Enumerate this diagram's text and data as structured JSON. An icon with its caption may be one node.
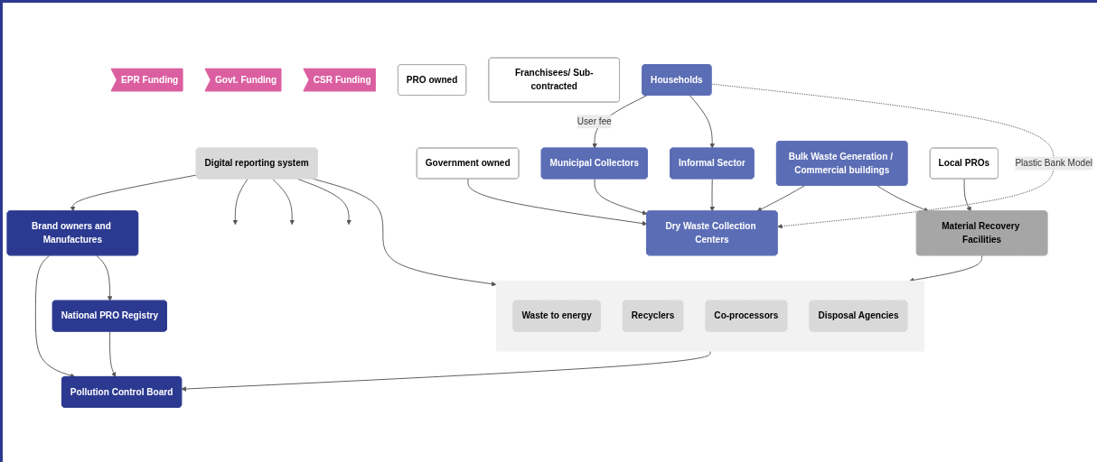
{
  "diagram": {
    "nodes": [
      {
        "text": [
          "Brand owners and Manufactures"
        ]
      },
      {
        "text": [
          "Pollution Control Board"
        ]
      },
      {
        "text": [
          "National PRO Registry"
        ]
      },
      {
        "text": [
          "Local PROs"
        ]
      },
      {
        "text": [
          "Digital reporting system"
        ]
      },
      {
        "text": [
          "Material Recovery Facilities"
        ]
      },
      {
        "text": [
          "PRO owned"
        ]
      },
      {
        "text": [
          "Government owned"
        ]
      },
      {
        "text": [
          "Franchisees/ Sub-contracted"
        ]
      },
      {
        "text": [],
        "shape": "box"
      },
      {
        "text": [
          "Waste to energy"
        ],
        "in": 9
      },
      {
        "text": [
          "Recyclers"
        ],
        "in": 9
      },
      {
        "text": [
          "Co-processors"
        ],
        "in": 9
      },
      {
        "text": [
          "Disposal Agencies"
        ],
        "in": 9
      },
      {
        "text": [
          "Dry Waste Collection Centers"
        ]
      },
      {
        "text": [
          "Municipal Collectors"
        ]
      },
      {
        "text": [
          "Informal Sector"
        ]
      },
      {
        "text": [
          "Households"
        ]
      },
      {
        "text": [
          "Bulk Waste Generation / Commercial buildings"
        ]
      },
      {
        "text": [
          "EPR Funding"
        ]
      },
      {
        "text": [
          "Govt. Funding"
        ]
      },
      {
        "text": [
          "CSR Funding"
        ]
      }
    ],
    "edges": [
      {
        "from": 0,
        "to": 1,
        "arrow": "to"
      },
      {
        "from": 0,
        "to": 2,
        "arrow": "to"
      },
      {
        "from": 2,
        "to": 1,
        "arrow": "to"
      },
      {
        "from": 3,
        "to": 5,
        "arrow": "to"
      },
      {
        "from": 4,
        "to": 0,
        "arrow": "to"
      },
      {
        "from": 4,
        "to": null,
        "arrow": "to"
      },
      {
        "from": 4,
        "to": null,
        "arrow": "to"
      },
      {
        "from": 4,
        "to": null,
        "arrow": "to"
      },
      {
        "from": 4,
        "to": 9,
        "arrow": "to"
      },
      {
        "from": 5,
        "to": 9,
        "arrow": "to"
      },
      {
        "from": 9,
        "to": 1,
        "arrow": "to"
      },
      {
        "from": 7,
        "to": 14,
        "arrow": "to"
      },
      {
        "from": 18,
        "to": 14,
        "arrow": "to"
      },
      {
        "from": 18,
        "to": 5,
        "arrow": "to"
      },
      {
        "from": 15,
        "to": 14,
        "arrow": "to"
      },
      {
        "from": 16,
        "to": 14,
        "arrow": "to"
      },
      {
        "from": 17,
        "to": 15,
        "arrow": "to",
        "label": "User fee"
      },
      {
        "from": 17,
        "to": 16,
        "arrow": "to"
      },
      {
        "from": 17,
        "to": 14,
        "arrow": "to",
        "style": "dashed",
        "label": "Plastic Bank Model"
      }
    ]
  }
}
